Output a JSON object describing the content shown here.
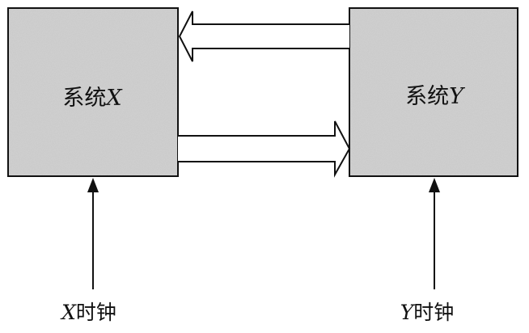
{
  "system_x": {
    "prefix": "系统",
    "var": "X"
  },
  "system_y": {
    "prefix": "系统",
    "var": "Y"
  },
  "clock_x": {
    "var": "X",
    "suffix": "时钟"
  },
  "clock_y": {
    "var": "Y",
    "suffix": "时钟"
  },
  "colors": {
    "box_fill": "#c8c8c8",
    "stroke": "#111111",
    "background": "#ffffff"
  }
}
